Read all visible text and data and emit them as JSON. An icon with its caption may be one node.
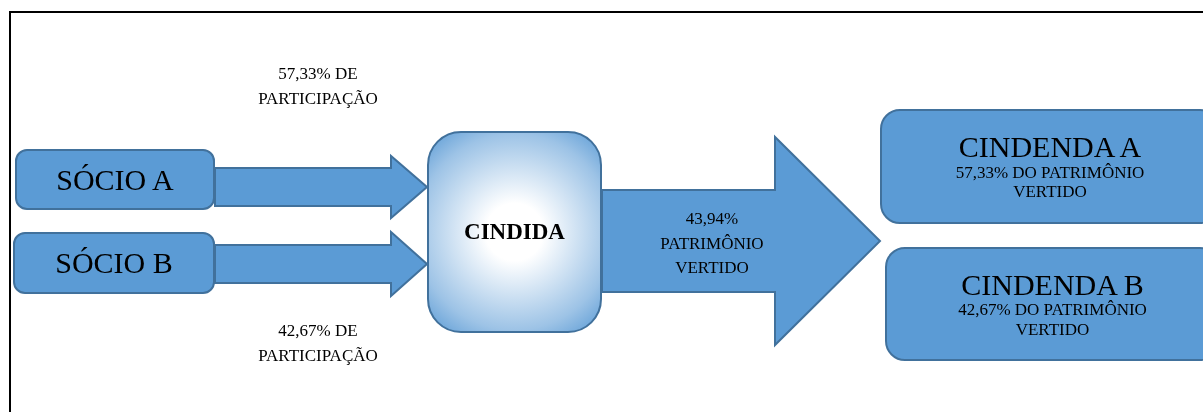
{
  "diagram": {
    "nodes": [
      {
        "text": [
          "SÓCIO A"
        ]
      },
      {
        "text": [
          "SÓCIO B"
        ]
      },
      {
        "text": [
          "CINDIDA"
        ]
      },
      {
        "text": [
          "CINDENDA A",
          "57,33% DO PATRIMÔNIO VERTIDO"
        ]
      },
      {
        "text": [
          "CINDENDA B",
          "42,67% DO PATRIMÔNIO VERTIDO"
        ]
      }
    ],
    "edges": [
      {
        "from": 0,
        "to": 2,
        "arrow": "to",
        "label": "57,33% DE PARTICIPAÇÃO"
      },
      {
        "from": 1,
        "to": 2,
        "arrow": "to",
        "label": "42,67% DE PARTICIPAÇÃO"
      },
      {
        "from": 2,
        "to": 3,
        "arrow": "to",
        "label": "43,94% PATRIMÔNIO VERTIDO"
      },
      {
        "from": 2,
        "to": 4,
        "arrow": "to"
      }
    ]
  }
}
